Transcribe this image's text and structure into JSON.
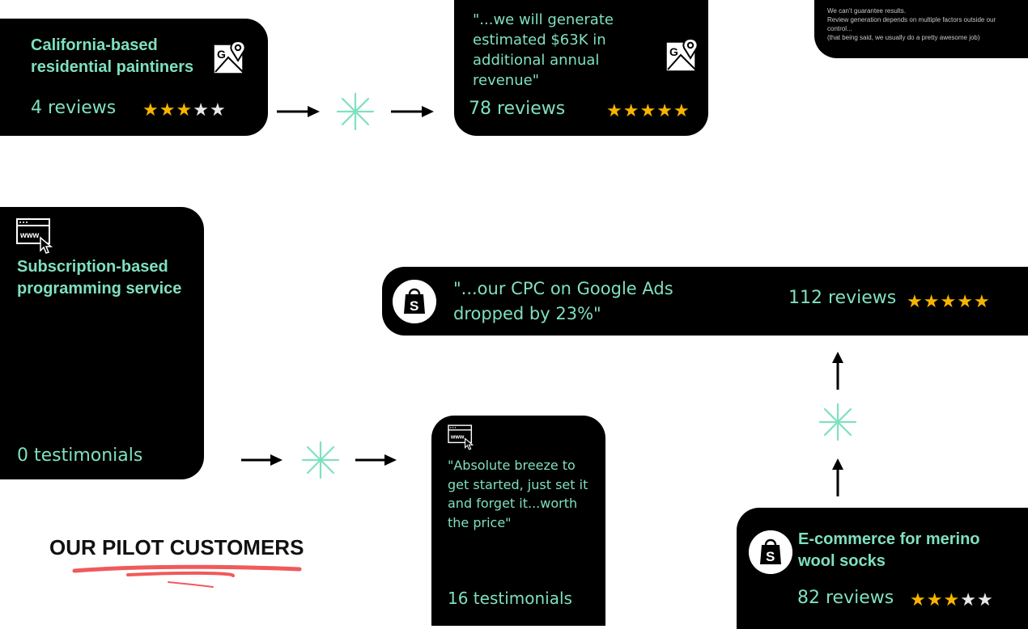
{
  "disclaimer": {
    "line1": "We can't guarantee results.",
    "line2": "Review generation depends on multiple factors outside our control...",
    "line3": "(that being said, we usually do a pretty awesome job)"
  },
  "painters": {
    "title": "California-based residential paintiners",
    "before_count": "4 reviews",
    "before_stars": 3,
    "after_quote": "\"...we will generate estimated $63K in additional annual revenue\"",
    "after_count": "78 reviews",
    "after_stars": 5
  },
  "programming": {
    "title": "Subscription-based programming service",
    "before_count": "0 testimonials",
    "after_quote": "\"Absolute breeze to get started, just set it and forget it...worth the price\"",
    "after_count": "16 testimonials"
  },
  "socks": {
    "title": "E-commerce for merino wool socks",
    "before_count": "82 reviews",
    "before_stars": 3,
    "after_quote": "\"...our CPC on Google Ads dropped by 23%\"",
    "after_count": "112 reviews",
    "after_stars": 5
  },
  "section_title": "OUR PILOT CUSTOMERS",
  "icons": {
    "google_maps": "google-maps-icon",
    "shopify": "shopify-bag-icon",
    "website": "website-www-icon",
    "arrow": "arrow-icon",
    "sparkle": "sparkle-icon"
  },
  "colors": {
    "card": "#000000",
    "accent": "#7fe0c0",
    "star": "#f7b500",
    "star_empty": "#e8e8e8",
    "underline": "#f05a5a"
  }
}
